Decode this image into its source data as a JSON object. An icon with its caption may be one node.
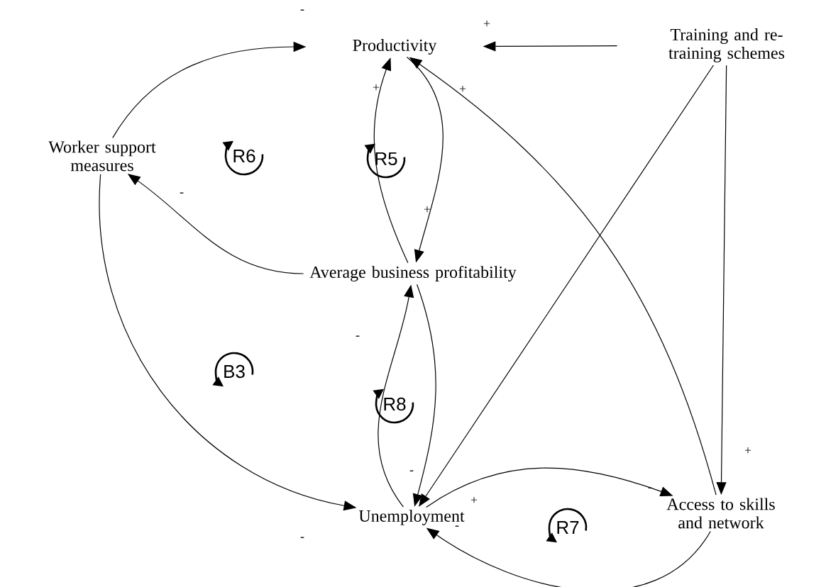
{
  "diagram": {
    "nodes": [
      {
        "text": [
          "Productivity"
        ]
      },
      {
        "text": [
          "Training and re-training schemes"
        ]
      },
      {
        "text": [
          "Worker support measures"
        ]
      },
      {
        "text": [
          "Average business profitability"
        ]
      },
      {
        "text": [
          "Unemployment"
        ]
      },
      {
        "text": [
          "Access to skills and network"
        ]
      }
    ],
    "edges": [
      {
        "from": 2,
        "to": 0,
        "arrow": "to",
        "label": "-"
      },
      {
        "from": 1,
        "to": 0,
        "arrow": "to",
        "label": "+"
      },
      {
        "from": 5,
        "to": 0,
        "arrow": "to",
        "label": "+"
      },
      {
        "from": 1,
        "to": 5,
        "arrow": "to",
        "label": "+"
      },
      {
        "from": 1,
        "to": 4,
        "arrow": "to",
        "label": "+"
      },
      {
        "from": 0,
        "to": 3,
        "arrow": "to",
        "label": "+"
      },
      {
        "from": 3,
        "to": 0,
        "arrow": "to",
        "label": "+"
      },
      {
        "from": 3,
        "to": 2,
        "arrow": "to",
        "label": "-"
      },
      {
        "from": 2,
        "to": 4,
        "arrow": "to",
        "label": "-"
      },
      {
        "from": 4,
        "to": 3,
        "arrow": "to",
        "label": "-"
      },
      {
        "from": 3,
        "to": 4,
        "arrow": "to",
        "label": "-"
      },
      {
        "from": 4,
        "to": 5,
        "arrow": "to",
        "label": "-"
      },
      {
        "from": 5,
        "to": 4,
        "arrow": "to",
        "label": "-"
      }
    ],
    "labels": [
      "R6",
      "R5",
      "B3",
      "R8",
      "R7"
    ]
  }
}
